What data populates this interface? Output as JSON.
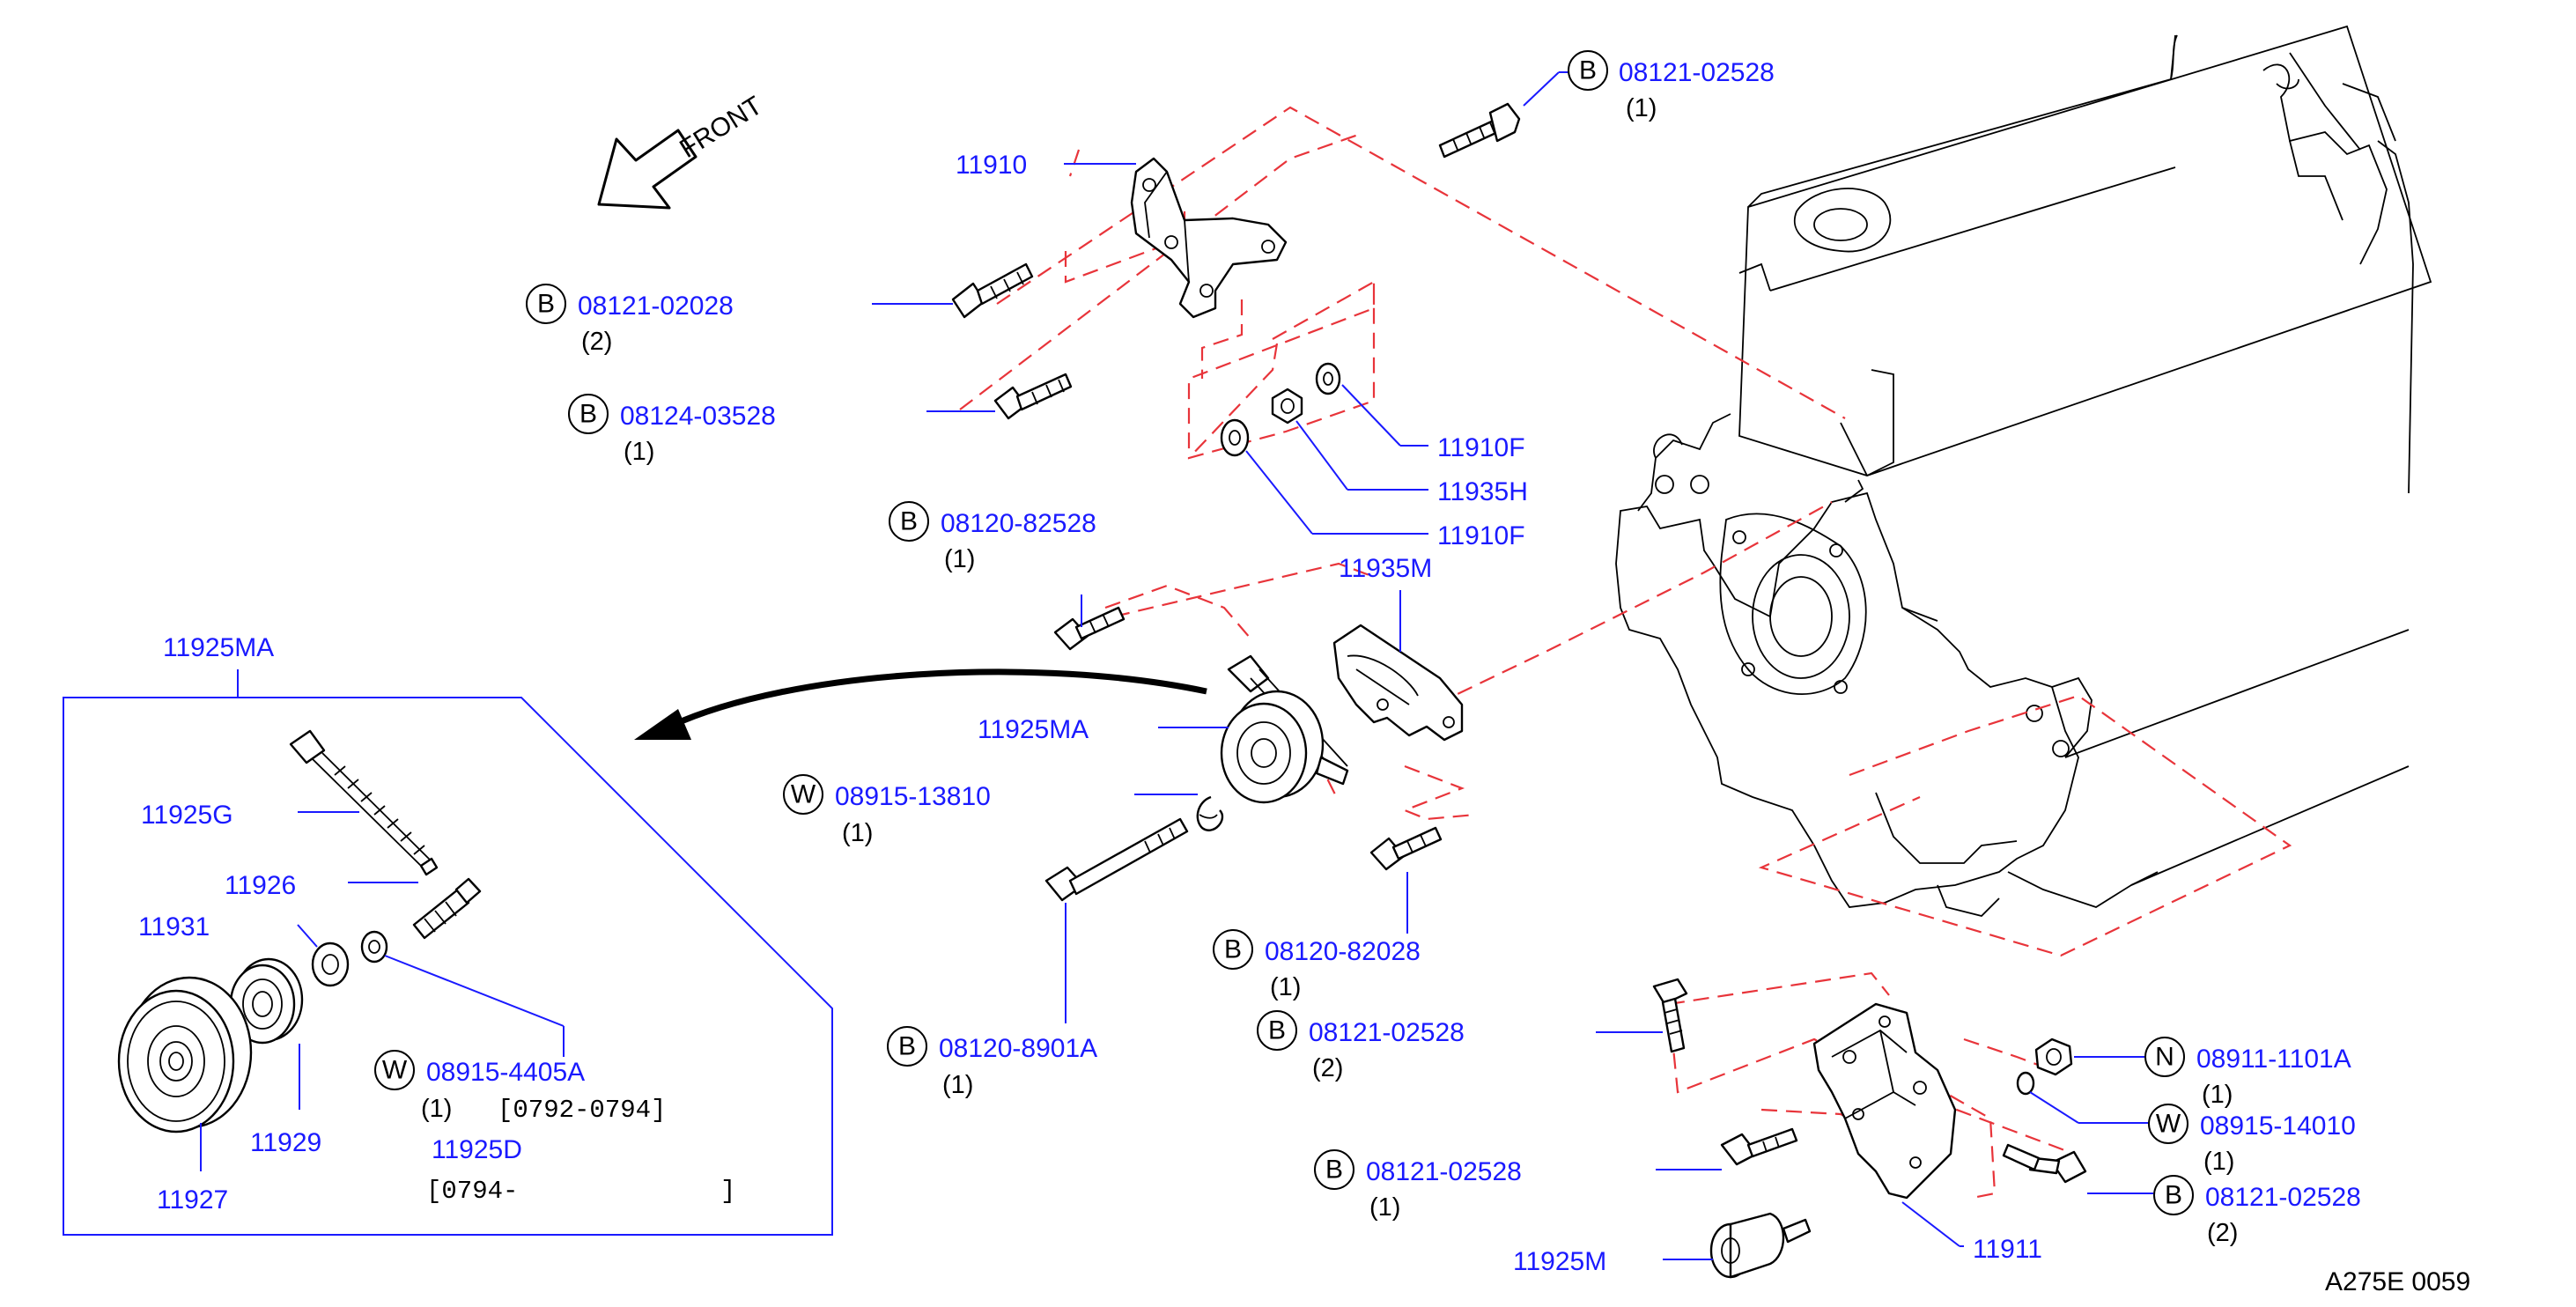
{
  "diagram_id": "A275E 0059",
  "direction": "FRONT",
  "callouts": {
    "p11910": "11910",
    "p11910F_a": "11910F",
    "p11935H": "11935H",
    "p11910F_b": "11910F",
    "p11935M": "11935M",
    "p11925MA_main": "11925MA",
    "p11925MA_box": "11925MA",
    "p11925G": "11925G",
    "p11926": "11926",
    "p11931": "11931",
    "p11929": "11929",
    "p11927": "11927",
    "p11925D": "11925D",
    "p11911": "11911",
    "p11925M": "11925M"
  },
  "fasteners": [
    {
      "key": "b_top",
      "symbol": "B",
      "part": "08121-02528",
      "qty": "(1)"
    },
    {
      "key": "b_02028",
      "symbol": "B",
      "part": "08121-02028",
      "qty": "(2)"
    },
    {
      "key": "b_03528",
      "symbol": "B",
      "part": "08124-03528",
      "qty": "(1)"
    },
    {
      "key": "b_82528",
      "symbol": "B",
      "part": "08120-82528",
      "qty": "(1)"
    },
    {
      "key": "w_13810",
      "symbol": "W",
      "part": "08915-13810",
      "qty": "(1)"
    },
    {
      "key": "b_82028",
      "symbol": "B",
      "part": "08120-82028",
      "qty": "(1)"
    },
    {
      "key": "b_02528_2",
      "symbol": "B",
      "part": "08121-02528",
      "qty": "(2)"
    },
    {
      "key": "b_8901A",
      "symbol": "B",
      "part": "08120-8901A",
      "qty": "(1)"
    },
    {
      "key": "w_4405A",
      "symbol": "W",
      "part": "08915-4405A",
      "qty": "(1)"
    },
    {
      "key": "n_1101A",
      "symbol": "N",
      "part": "08911-1101A",
      "qty": "(1)"
    },
    {
      "key": "w_14010",
      "symbol": "W",
      "part": "08915-14010",
      "qty": "(1)"
    },
    {
      "key": "b_02528_r",
      "symbol": "B",
      "part": "08121-02528",
      "qty": "(2)"
    },
    {
      "key": "b_02528_b",
      "symbol": "B",
      "part": "08121-02528",
      "qty": "(1)"
    }
  ],
  "date_codes": {
    "range_a": "[0792-0794]",
    "range_b_open": "[0794-",
    "range_b_close": "]"
  },
  "colors": {
    "label": "#1a1aff",
    "phantom": "#e8343a",
    "line": "#000000"
  }
}
